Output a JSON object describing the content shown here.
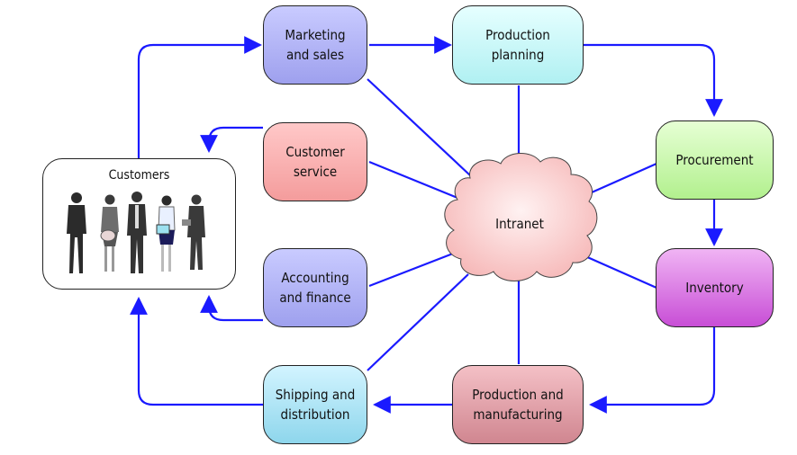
{
  "nodes": {
    "marketing": "Marketing\nand sales",
    "production_planning": "Production\nplanning",
    "customer_service": "Customer\nservice",
    "procurement": "Procurement",
    "accounting": "Accounting\nand finance",
    "inventory": "Inventory",
    "shipping": "Shipping and\ndistribution",
    "manufacturing": "Production and\nmanufacturing",
    "intranet": "Intranet",
    "customers": "Customers"
  },
  "colors": {
    "arrow": "#1a1aff",
    "marketing": "#a9abf6",
    "production_planning": "#b8f6f6",
    "customer_service": "#f8a6a6",
    "procurement": "#b8f59a",
    "accounting": "#a9abf6",
    "inventory": "#cf56dc",
    "shipping": "#96dcf0",
    "manufacturing": "#d88c96",
    "intranet": "#fbd0d0"
  },
  "icons": [
    "people-group-icon"
  ]
}
